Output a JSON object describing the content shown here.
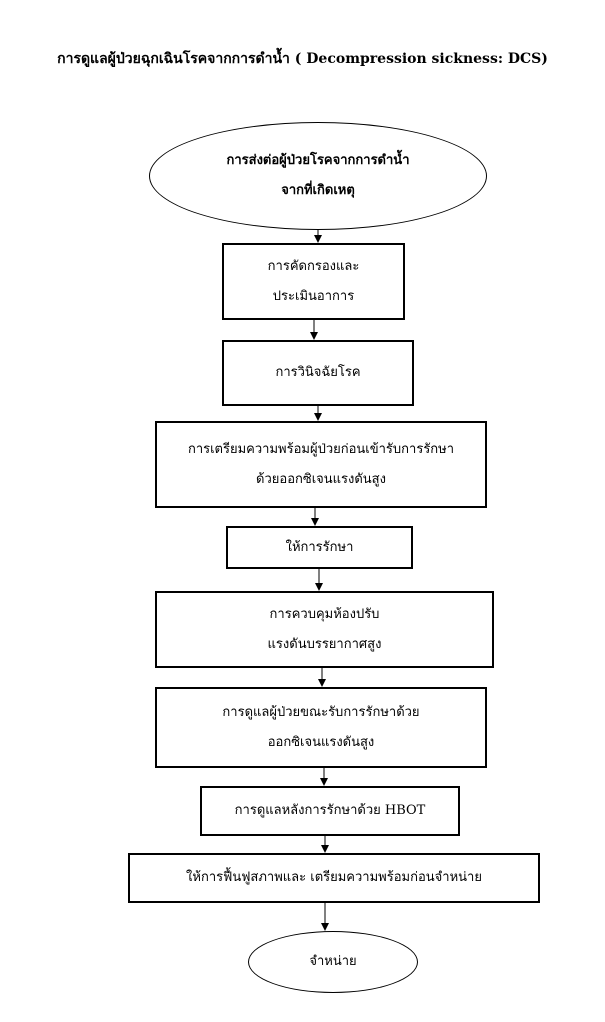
{
  "title": "การดูแลผู้ป่วยฉุกเฉินโรคจากการดำน้ำ ( Decompression sickness: DCS)",
  "nodes": [
    {
      "id": "start",
      "shape": "oval",
      "lines": [
        "การส่งต่อผู้ป่วยโรคจากการดำน้ำ",
        "จากที่เกิดเหตุ"
      ]
    },
    {
      "id": "screening",
      "shape": "rect",
      "lines": [
        "การคัดกรองและ",
        "ประเมินอาการ"
      ]
    },
    {
      "id": "diagnosis",
      "shape": "rect",
      "lines": [
        "การวินิจฉัยโรค"
      ]
    },
    {
      "id": "preparation",
      "shape": "rect",
      "lines": [
        "การเตรียมความพร้อมผู้ป่วยก่อนเข้ารับการรักษา",
        "ด้วยออกซิเจนแรงดันสูง"
      ]
    },
    {
      "id": "treatment",
      "shape": "rect",
      "lines": [
        "ให้การรักษา"
      ]
    },
    {
      "id": "chamber-control",
      "shape": "rect",
      "lines": [
        "การควบคุมห้องปรับ",
        "แรงดันบรรยากาศสูง"
      ]
    },
    {
      "id": "care-during",
      "shape": "rect",
      "lines": [
        "การดูแลผู้ป่วยขณะรับการรักษาด้วย",
        "ออกซิเจนแรงดันสูง"
      ]
    },
    {
      "id": "post-hbot",
      "shape": "rect",
      "lines": [
        "การดูแลหลังการรักษาด้วย HBOT"
      ]
    },
    {
      "id": "rehab",
      "shape": "rect",
      "lines": [
        "ให้การฟื้นฟูสภาพและ เตรียมความพร้อมก่อนจำหน่าย"
      ]
    },
    {
      "id": "discharge",
      "shape": "oval",
      "lines": [
        "จำหน่าย"
      ]
    }
  ],
  "edges": [
    [
      "start",
      "screening"
    ],
    [
      "screening",
      "diagnosis"
    ],
    [
      "diagnosis",
      "preparation"
    ],
    [
      "preparation",
      "treatment"
    ],
    [
      "treatment",
      "chamber-control"
    ],
    [
      "chamber-control",
      "care-during"
    ],
    [
      "care-during",
      "post-hbot"
    ],
    [
      "post-hbot",
      "rehab"
    ],
    [
      "rehab",
      "discharge"
    ]
  ]
}
